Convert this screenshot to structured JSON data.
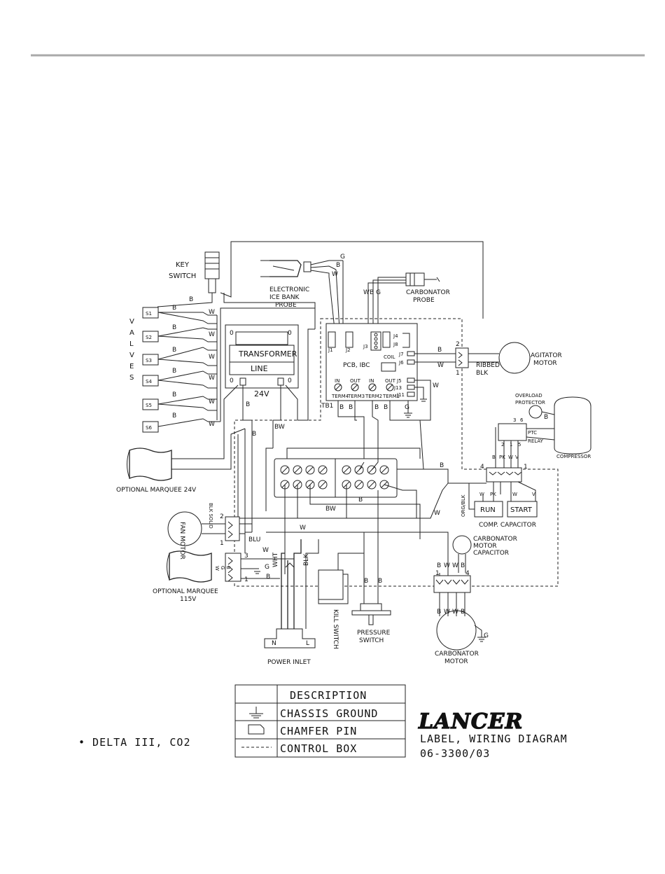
{
  "labels": {
    "key_switch_1": "KEY",
    "key_switch_2": "SWITCH",
    "valves": [
      "V",
      "A",
      "L",
      "V",
      "E",
      "S"
    ],
    "valve_ids": [
      "S1",
      "S2",
      "S3",
      "S4",
      "S5",
      "S6"
    ],
    "ice_bank_1": "ELECTRONIC",
    "ice_bank_2": "ICE BANK",
    "ice_bank_3": "PROBE",
    "carb_probe_1": "CARBONATOR",
    "carb_probe_2": "PROBE",
    "transformer": "TRANSFORMER",
    "line": "LINE",
    "v24": "24V",
    "pcb": "PCB, IBC",
    "coil": "COIL",
    "agitator_1": "AGITATOR",
    "agitator_2": "MOTOR",
    "ribbed_1": "RIBBED",
    "ribbed_2": "BLK",
    "overload_1": "OVERLOAD",
    "overload_2": "PROTECTOR",
    "ptc_1": "PTC",
    "ptc_2": "RELAY",
    "compressor": "COMPRESSOR",
    "run": "RUN",
    "start": "START",
    "comp_cap": "COMP. CAPACITOR",
    "carb_motor_cap_1": "CARBONATOR",
    "carb_motor_cap_2": "MOTOR",
    "carb_motor_cap_3": "CAPACITOR",
    "carb_motor_1": "CARBONATOR",
    "carb_motor_2": "MOTOR",
    "opt_marquee_24": "OPTIONAL MARQUEE 24V",
    "opt_marquee_115_1": "OPTIONAL MARQUEE",
    "opt_marquee_115_2": "115V",
    "fan_motor": "FAN MOTOR",
    "blk_solid": "BLK SOLID",
    "blu": "BLU",
    "power_inlet": "POWER INLET",
    "kill_switch": "KILL SWITCH",
    "pressure_1": "PRESSURE",
    "pressure_2": "SWITCH",
    "wht": "WHT",
    "blk": "BLK",
    "tb1": "TB1",
    "bw": "BW",
    "terms": [
      {
        "top": "IN",
        "bottom": "TERM4"
      },
      {
        "top": "OUT",
        "bottom": "TERM3"
      },
      {
        "top": "IN",
        "bottom": "TERM2"
      },
      {
        "top": "OUT",
        "bottom": "TERM1"
      }
    ],
    "jacks": [
      "J1",
      "J2",
      "J3",
      "J4",
      "J5",
      "J6",
      "J7",
      "J8",
      "J11",
      "J13"
    ]
  },
  "legend": {
    "header": "DESCRIPTION",
    "rows": [
      "CHASSIS GROUND",
      "CHAMFER PIN",
      "CONTROL BOX"
    ]
  },
  "brand": {
    "logo": "LANCER",
    "title": "LABEL, WIRING DIAGRAM",
    "part_number": "06-3300/03"
  },
  "footnote": "• DELTA III, CO2"
}
